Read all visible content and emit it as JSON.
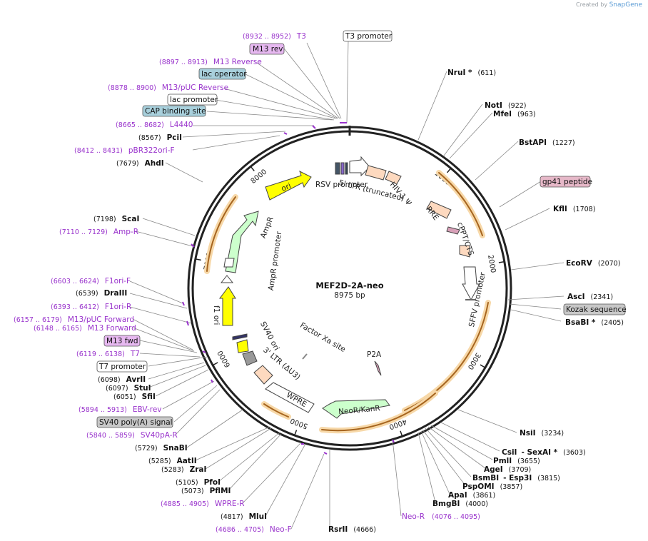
{
  "credit": {
    "created_by": "Created by",
    "brand": "SnapGene"
  },
  "plasmid": {
    "name": "MEF2D-2A-neo",
    "length_label": "8975 bp",
    "length": 8975
  },
  "ticks": [
    "1000",
    "2000",
    "3000",
    "4000",
    "5000",
    "6000",
    "7000",
    "8000"
  ],
  "features": [
    {
      "label": "ori",
      "type": "arrow",
      "color": "#ffff00"
    },
    {
      "label": "AmpR",
      "type": "arrow",
      "color": "#ccffcc"
    },
    {
      "label": "AmpR promoter",
      "type": "arrow",
      "color": "#ffffff"
    },
    {
      "label": "f1 ori",
      "type": "arrow",
      "color": "#ffff00"
    },
    {
      "label": "RSV promoter",
      "type": "arrow",
      "color": "#ffffff"
    },
    {
      "label": "5' LTR (truncated)",
      "type": "box",
      "color": "#fdd9bf"
    },
    {
      "label": "HIV-1 Ψ",
      "type": "box",
      "color": "#fdd9bf"
    },
    {
      "label": "RRE",
      "type": "box",
      "color": "#fdd9bf"
    },
    {
      "label": "cPPT/CTS",
      "type": "box",
      "color": "#fdd9bf"
    },
    {
      "label": "SFFV promoter",
      "type": "arrow",
      "color": "#ffffff"
    },
    {
      "label": "P2A",
      "type": "marker",
      "color": "#d8a0b8"
    },
    {
      "label": "Factor Xa site",
      "type": "marker",
      "color": "#888888"
    },
    {
      "label": "NeoR/KanR",
      "type": "arrow",
      "color": "#ccffcc"
    },
    {
      "label": "WPRE",
      "type": "arrow",
      "color": "#ffffff"
    },
    {
      "label": "3' LTR (ΔU3)",
      "type": "box",
      "color": "#fdd9bf"
    },
    {
      "label": "SV40 ori",
      "type": "box",
      "color": "#ffff00"
    }
  ],
  "enzymes": [
    {
      "name": "NruI *",
      "pos": "(611)"
    },
    {
      "name": "NotI",
      "pos": "(922)"
    },
    {
      "name": "MfeI",
      "pos": "(963)"
    },
    {
      "name": "BstAPI",
      "pos": "(1227)"
    },
    {
      "name": "KflI",
      "pos": "(1708)"
    },
    {
      "name": "EcoRV",
      "pos": "(2070)"
    },
    {
      "name": "AscI",
      "pos": "(2341)"
    },
    {
      "name": "BsaBI *",
      "pos": "(2405)"
    },
    {
      "name": "NsiI",
      "pos": "(3234)"
    },
    {
      "name": "CsiI",
      "pos": "(3603)",
      "extra": "- SexAI *"
    },
    {
      "name": "PmlI",
      "pos": "(3655)"
    },
    {
      "name": "AgeI",
      "pos": "(3709)"
    },
    {
      "name": "BsmBI",
      "pos": "(3815)",
      "extra": "- Esp3I"
    },
    {
      "name": "PspOMI",
      "pos": "(3857)"
    },
    {
      "name": "ApaI",
      "pos": "(3861)"
    },
    {
      "name": "BmgBI",
      "pos": "(4000)"
    },
    {
      "name": "RsrII",
      "pos": "(4666)"
    },
    {
      "name": "MluI",
      "pos": "(4817)"
    },
    {
      "name": "PflMI",
      "pos": "(5073)"
    },
    {
      "name": "PfoI",
      "pos": "(5105)"
    },
    {
      "name": "ZraI",
      "pos": "(5283)"
    },
    {
      "name": "AatII",
      "pos": "(5285)"
    },
    {
      "name": "SnaBI",
      "pos": "(5729)"
    },
    {
      "name": "SfiI",
      "pos": "(6051)"
    },
    {
      "name": "StuI",
      "pos": "(6097)"
    },
    {
      "name": "AvrII",
      "pos": "(6098)"
    },
    {
      "name": "DraIII",
      "pos": "(6539)"
    },
    {
      "name": "ScaI",
      "pos": "(7198)"
    },
    {
      "name": "AhdI",
      "pos": "(7679)"
    },
    {
      "name": "PciI",
      "pos": "(8567)"
    }
  ],
  "primers": [
    {
      "range": "(8932 .. 8952)",
      "name": "T3"
    },
    {
      "range": "(8897 .. 8913)",
      "name": "M13 Reverse"
    },
    {
      "range": "(8878 .. 8900)",
      "name": "M13/pUC Reverse"
    },
    {
      "range": "(8665 .. 8682)",
      "name": "L4440"
    },
    {
      "range": "(8412 .. 8431)",
      "name": "pBR322ori-F"
    },
    {
      "range": "(7110 .. 7129)",
      "name": "Amp-R"
    },
    {
      "range": "(6603 .. 6624)",
      "name": "F1ori-F"
    },
    {
      "range": "(6393 .. 6412)",
      "name": "F1ori-R"
    },
    {
      "range": "(6157 .. 6179)",
      "name": "M13/pUC Forward"
    },
    {
      "range": "(6148 .. 6165)",
      "name": "M13 Forward"
    },
    {
      "range": "(6119 .. 6138)",
      "name": "T7"
    },
    {
      "range": "(5894 .. 5913)",
      "name": "EBV-rev"
    },
    {
      "range": "(5840 .. 5859)",
      "name": "SV40pA-R"
    },
    {
      "range": "(4885 .. 4905)",
      "name": "WPRE-R"
    },
    {
      "range": "(4686 .. 4705)",
      "name": "Neo-F"
    },
    {
      "range": "(4076 .. 4095)",
      "name": "Neo-R"
    }
  ],
  "boxed": [
    {
      "label": "M13 rev",
      "bg": "#e6b8f0"
    },
    {
      "label": "lac operator",
      "bg": "#a8d0dc"
    },
    {
      "label": "lac promoter",
      "bg": "#ffffff"
    },
    {
      "label": "CAP binding site",
      "bg": "#a8d0dc"
    },
    {
      "label": "T3 promoter",
      "bg": "#ffffff"
    },
    {
      "label": "gp41 peptide",
      "bg": "#e6b8c8"
    },
    {
      "label": "Kozak sequence",
      "bg": "#c8c8c8"
    },
    {
      "label": "M13 fwd",
      "bg": "#e6b8f0"
    },
    {
      "label": "T7 promoter",
      "bg": "#ffffff"
    },
    {
      "label": "SV40 poly(A) signal",
      "bg": "#c8c8c8"
    }
  ]
}
